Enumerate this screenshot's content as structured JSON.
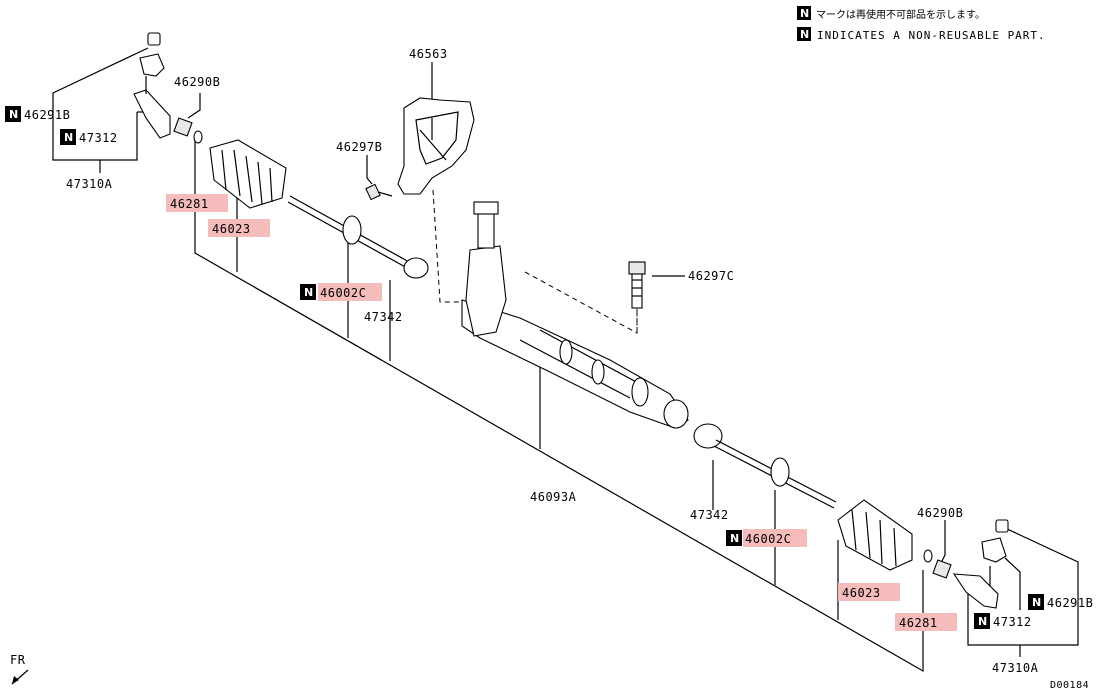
{
  "legend": {
    "badge": "N",
    "japanese": "マークは再使用不可部品を示します。",
    "english": "INDICATES A NON-REUSABLE PART."
  },
  "labels": {
    "p46563": "46563",
    "p46297B": "46297B",
    "p46297C": "46297C",
    "p46290B_left": "46290B",
    "p46291B_left": "46291B",
    "p47312_left": "47312",
    "p47310A_left": "47310A",
    "p46281_left": "46281",
    "p46023_left": "46023",
    "p46002C_left": "46002C",
    "p47342_left": "47342",
    "p46093A": "46093A",
    "p47342_right": "47342",
    "p46002C_right": "46002C",
    "p46290B_right": "46290B",
    "p46023_right": "46023",
    "p46281_right": "46281",
    "p46291B_right": "46291B",
    "p47312_right": "47312",
    "p47310A_right": "47310A"
  },
  "direction": "FR",
  "drawing_code": "D00184",
  "colors": {
    "highlight": "#f6bcbc",
    "ink": "#000000"
  }
}
